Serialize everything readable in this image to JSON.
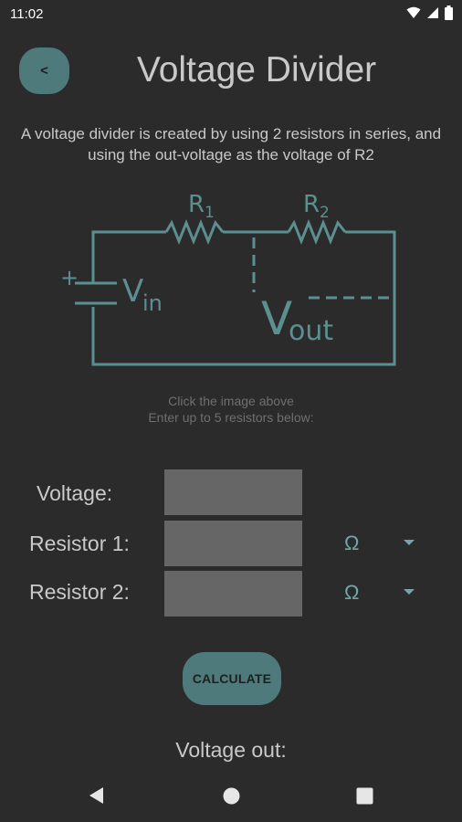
{
  "status_bar": {
    "time": "11:02"
  },
  "header": {
    "back_label": "<",
    "title": "Voltage Divider"
  },
  "description": "A voltage divider is created by using 2 resistors in series, and using the out-voltage as the voltage of R2",
  "diagram": {
    "r1": "R",
    "r1_sub": "1",
    "r2": "R",
    "r2_sub": "2",
    "vin": "V",
    "vin_sub": "in",
    "vout": "V",
    "vout_sub": "out",
    "plus": "+"
  },
  "hint": {
    "line1": "Click the image above",
    "line2": "Enter up to 5 resistors below:"
  },
  "form": {
    "voltage_label": "Voltage:",
    "resistor1_label": "Resistor 1:",
    "resistor2_label": "Resistor 2:",
    "resistor1_unit": "Ω",
    "resistor2_unit": "Ω"
  },
  "calculate_label": "CALCULATE",
  "voltage_out_label": "Voltage out:",
  "colors": {
    "accent": "#4f7a7b",
    "circuit": "#5c8f90",
    "background": "#2b2b2b",
    "input": "#666666"
  }
}
